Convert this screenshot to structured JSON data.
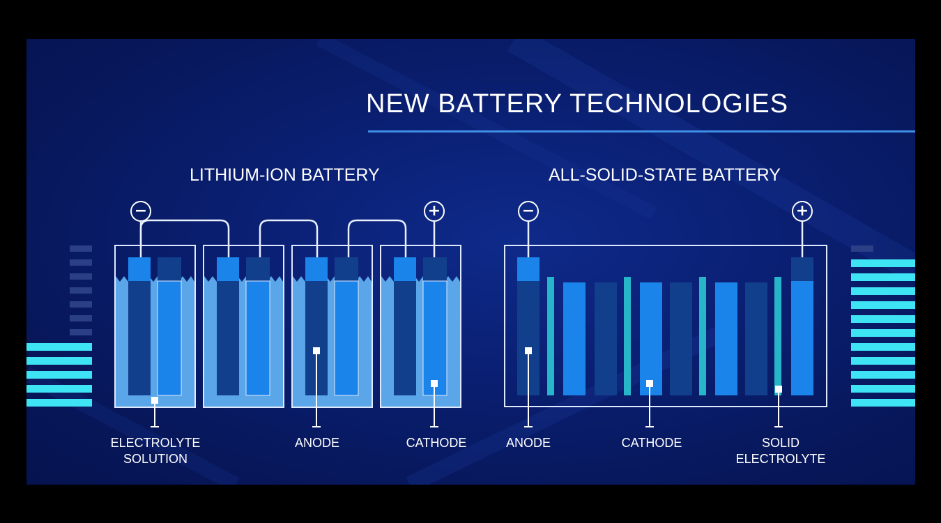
{
  "slide": {
    "title": "NEW BATTERY TECHNOLOGIES"
  },
  "lithium_ion": {
    "heading": "LITHIUM-ION BATTERY",
    "labels": {
      "electrolyte": "ELECTROLYTE\nSOLUTION",
      "anode": "ANODE",
      "cathode": "CATHODE"
    },
    "terminals": {
      "negative": "−",
      "positive": "+"
    }
  },
  "solid_state": {
    "heading": "ALL-SOLID-STATE BATTERY",
    "labels": {
      "anode": "ANODE",
      "cathode": "CATHODE",
      "solid_electrolyte": "SOLID\nELECTROLYTE"
    },
    "terminals": {
      "negative": "−",
      "positive": "+"
    }
  },
  "colors": {
    "background": "#0a1f72",
    "electrolyte": "#5aa6e8",
    "anode": "#123f8c",
    "cathode": "#1b84ea",
    "separator": "#27b6c9",
    "accent_bars": "#3fe4f4",
    "outline": "#dfe9ff"
  }
}
